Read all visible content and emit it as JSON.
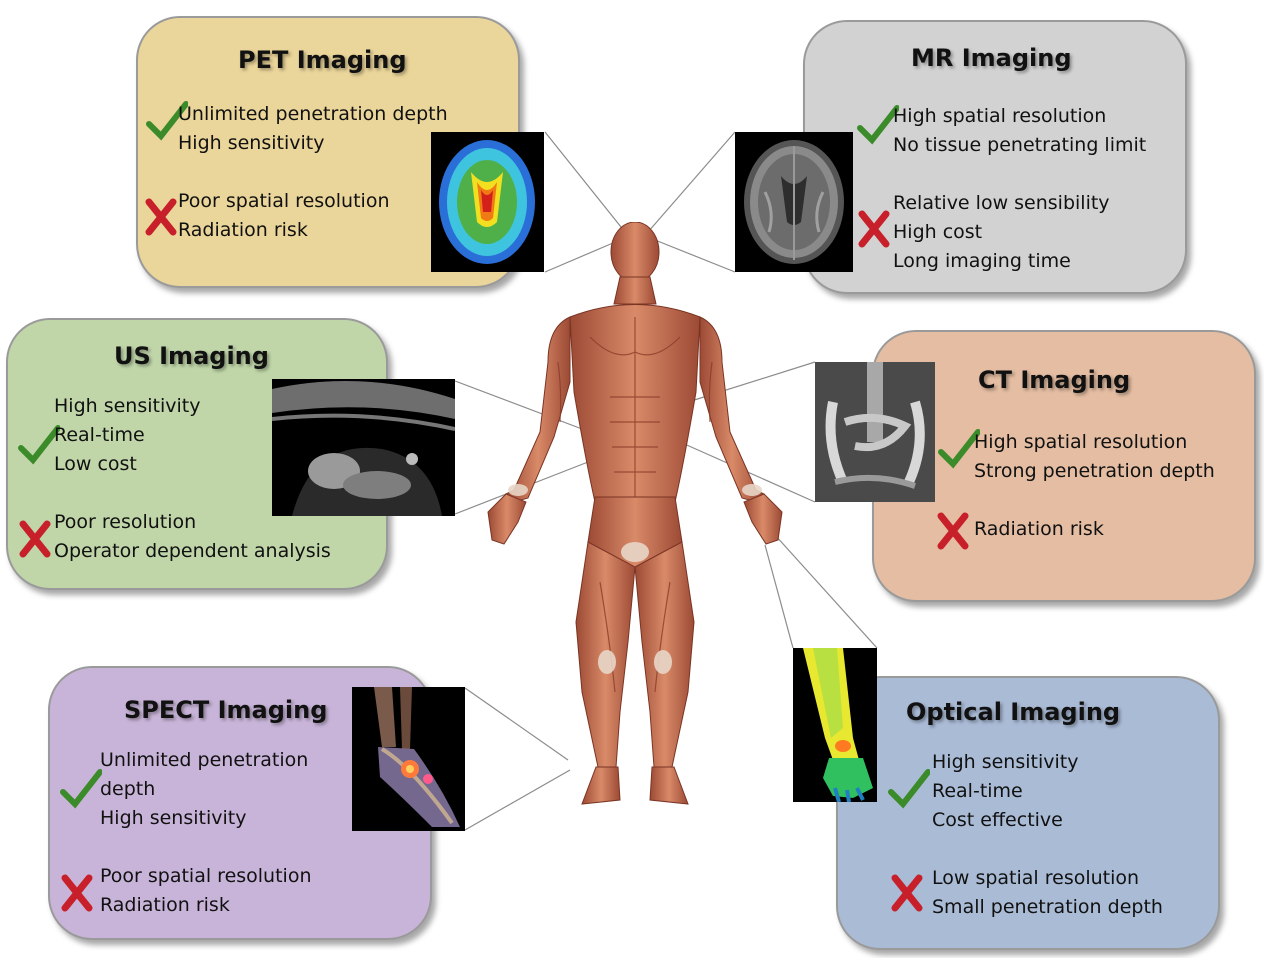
{
  "colors": {
    "pet": "#ead59a",
    "mr": "#d2d2d2",
    "us": "#c0d6a9",
    "ct": "#e4bda2",
    "spect": "#c8b4d8",
    "optical": "#aabbd6",
    "check": "#3b8b2a",
    "cross": "#c8202a",
    "muscle": "#c46a4e"
  },
  "icons": {
    "positive": "check-icon",
    "negative": "cross-icon"
  },
  "panels": {
    "pet": {
      "title": "PET Imaging",
      "pros": [
        "Unlimited penetration depth",
        "High sensitivity"
      ],
      "cons": [
        "Poor spatial resolution",
        "Radiation risk"
      ]
    },
    "mr": {
      "title": "MR Imaging",
      "pros": [
        "High spatial resolution",
        "No tissue penetrating limit"
      ],
      "cons": [
        "Relative low sensibility",
        "High cost",
        "Long imaging time"
      ]
    },
    "us": {
      "title": "US Imaging",
      "pros": [
        "High sensitivity",
        "Real-time",
        "Low cost"
      ],
      "cons": [
        "Poor resolution",
        "Operator dependent analysis"
      ]
    },
    "ct": {
      "title": "CT Imaging",
      "pros": [
        "High spatial resolution",
        "Strong penetration depth"
      ],
      "cons": [
        "Radiation risk"
      ]
    },
    "spect": {
      "title": "SPECT Imaging",
      "pros": [
        "Unlimited penetration",
        "depth",
        "High sensitivity"
      ],
      "cons": [
        "Poor spatial resolution",
        "Radiation risk"
      ]
    },
    "optical": {
      "title": "Optical Imaging",
      "pros": [
        "High sensitivity",
        "Real-time",
        "Cost effective"
      ],
      "cons": [
        "Low spatial resolution",
        "Small penetration depth"
      ]
    }
  }
}
